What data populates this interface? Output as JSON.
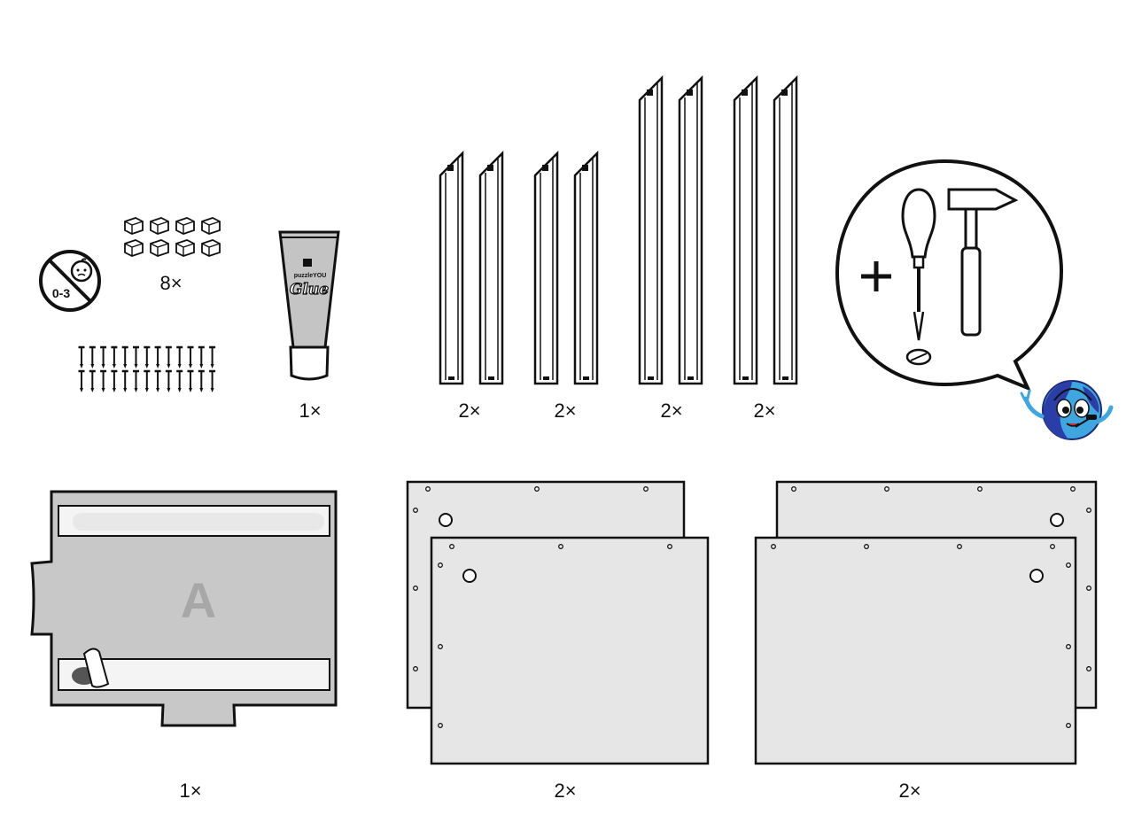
{
  "labels": {
    "age_warning": "0-3",
    "tube_brand": "puzzleYOU",
    "tube_product": "Glue",
    "board_letter": "A"
  },
  "quantities": {
    "clips": "8×",
    "glue": "1×",
    "rails_short_1": "2×",
    "rails_short_2": "2×",
    "rails_long_1": "2×",
    "rails_long_2": "2×",
    "back_board": "1×",
    "panel_left": "2×",
    "panel_right": "2×"
  },
  "colors": {
    "ink": "#111111",
    "panel_fill": "#e6e6e6",
    "board_fill": "#c8c8c8",
    "tube_fill": "#c4c4c4",
    "mascot_dark": "#2b3ea8",
    "mascot_light": "#3fa6e0"
  }
}
